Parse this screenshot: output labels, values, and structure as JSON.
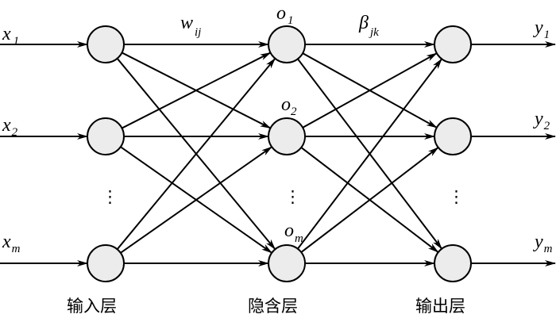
{
  "inputs": [
    {
      "base": "x",
      "sub": "1"
    },
    {
      "base": "x",
      "sub": "2"
    },
    {
      "base": "x",
      "sub": "m"
    }
  ],
  "hidden": [
    {
      "base": "o",
      "sub": "1"
    },
    {
      "base": "o",
      "sub": "2"
    },
    {
      "base": "o",
      "sub": "m"
    }
  ],
  "outputs": [
    {
      "base": "y",
      "sub": "1"
    },
    {
      "base": "y",
      "sub": "2"
    },
    {
      "base": "y",
      "sub": "m"
    }
  ],
  "weights": {
    "input_hidden": {
      "base": "w",
      "sub": "ij"
    },
    "hidden_output": {
      "base": "β",
      "sub": "jk"
    }
  },
  "layer_labels": {
    "input": "输入层",
    "hidden": "隐含层",
    "output": "输出层"
  },
  "ellipsis": "⋮",
  "colors": {
    "node_fill": "#ececec",
    "stroke": "#000000"
  }
}
